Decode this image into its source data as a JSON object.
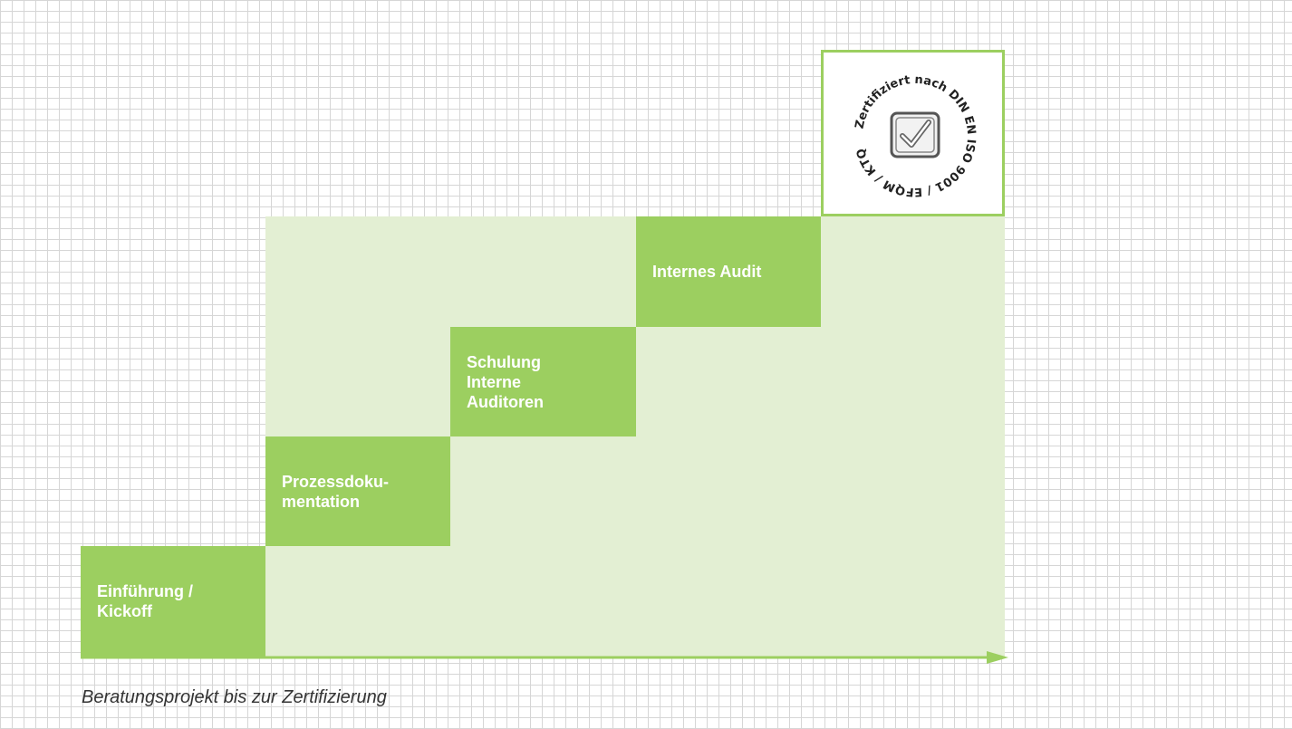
{
  "steps": [
    {
      "label": "Einführung /\nKickoff"
    },
    {
      "label": "Prozessdoku-\nmentation"
    },
    {
      "label": "Schulung\nInterne\nAuditoren"
    },
    {
      "label": "Internes Audit"
    }
  ],
  "certificate": {
    "seal_text": "Zertifiziert nach DIN EN ISO 9001 / EFQM / KTQ",
    "icon": "checkmark-seal-icon"
  },
  "caption": "Beratungsprojekt bis zur Zertifizierung",
  "colors": {
    "step": "#9ccf60",
    "panel": "#e3efd3",
    "grid": "#d6d6d6",
    "arrow": "#9ccf60"
  }
}
